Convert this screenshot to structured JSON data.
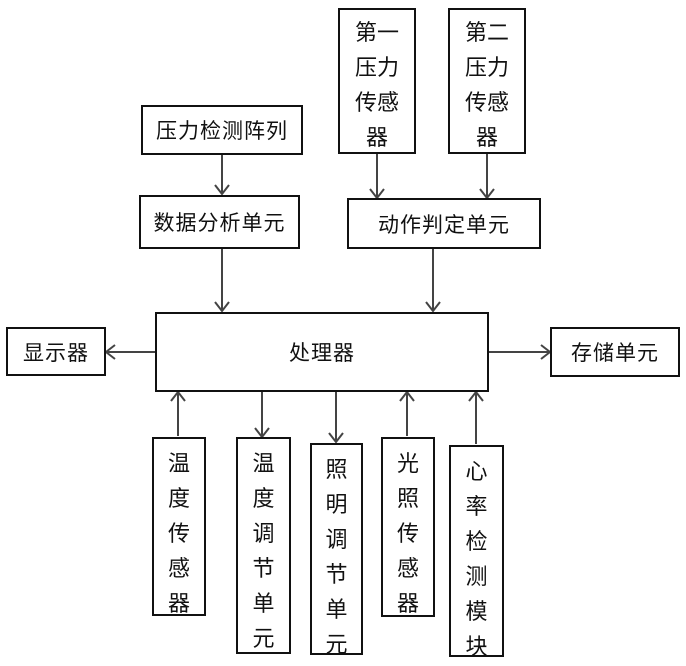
{
  "nodes": {
    "pressure_array": "压力检测阵列",
    "data_analysis": "数据分析单元",
    "first_pressure_sensor": "第一压力传感器",
    "second_pressure_sensor": "第二压力传感器",
    "action_judgment": "动作判定单元",
    "processor": "处理器",
    "display": "显示器",
    "storage": "存储单元",
    "temp_sensor": "温度传感器",
    "temp_adjust": "温度调节单元",
    "light_adjust": "照明调节单元",
    "light_sensor": "光照传感器",
    "heart_rate": "心率检测模块"
  }
}
